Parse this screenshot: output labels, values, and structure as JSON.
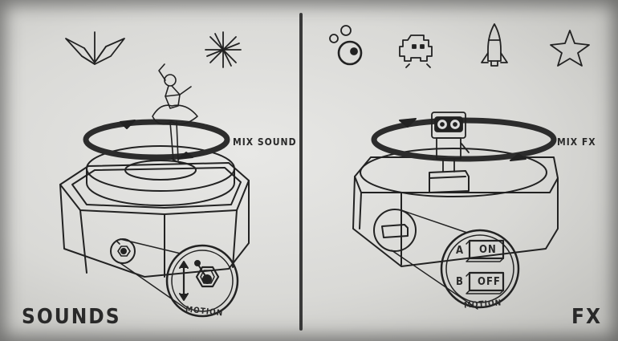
{
  "left_panel": {
    "title": "SOUNDS",
    "ring_label": "MIX SOUND",
    "lens_label": "MOTION",
    "icons": [
      "origami-crane-icon",
      "sparkle-icon"
    ]
  },
  "right_panel": {
    "title": "FX",
    "ring_label": "MIX FX",
    "lens_label": "MOTION",
    "icons": [
      "bubbles-icon",
      "space-invader-icon",
      "rocket-icon",
      "star-icon"
    ],
    "switch_a": {
      "letter": "A",
      "state": "ON"
    },
    "switch_b": {
      "letter": "B",
      "state": "OFF"
    }
  },
  "colors": {
    "ink": "#222222",
    "paper": "#dcdcda",
    "divider": "#3a3a3a"
  }
}
